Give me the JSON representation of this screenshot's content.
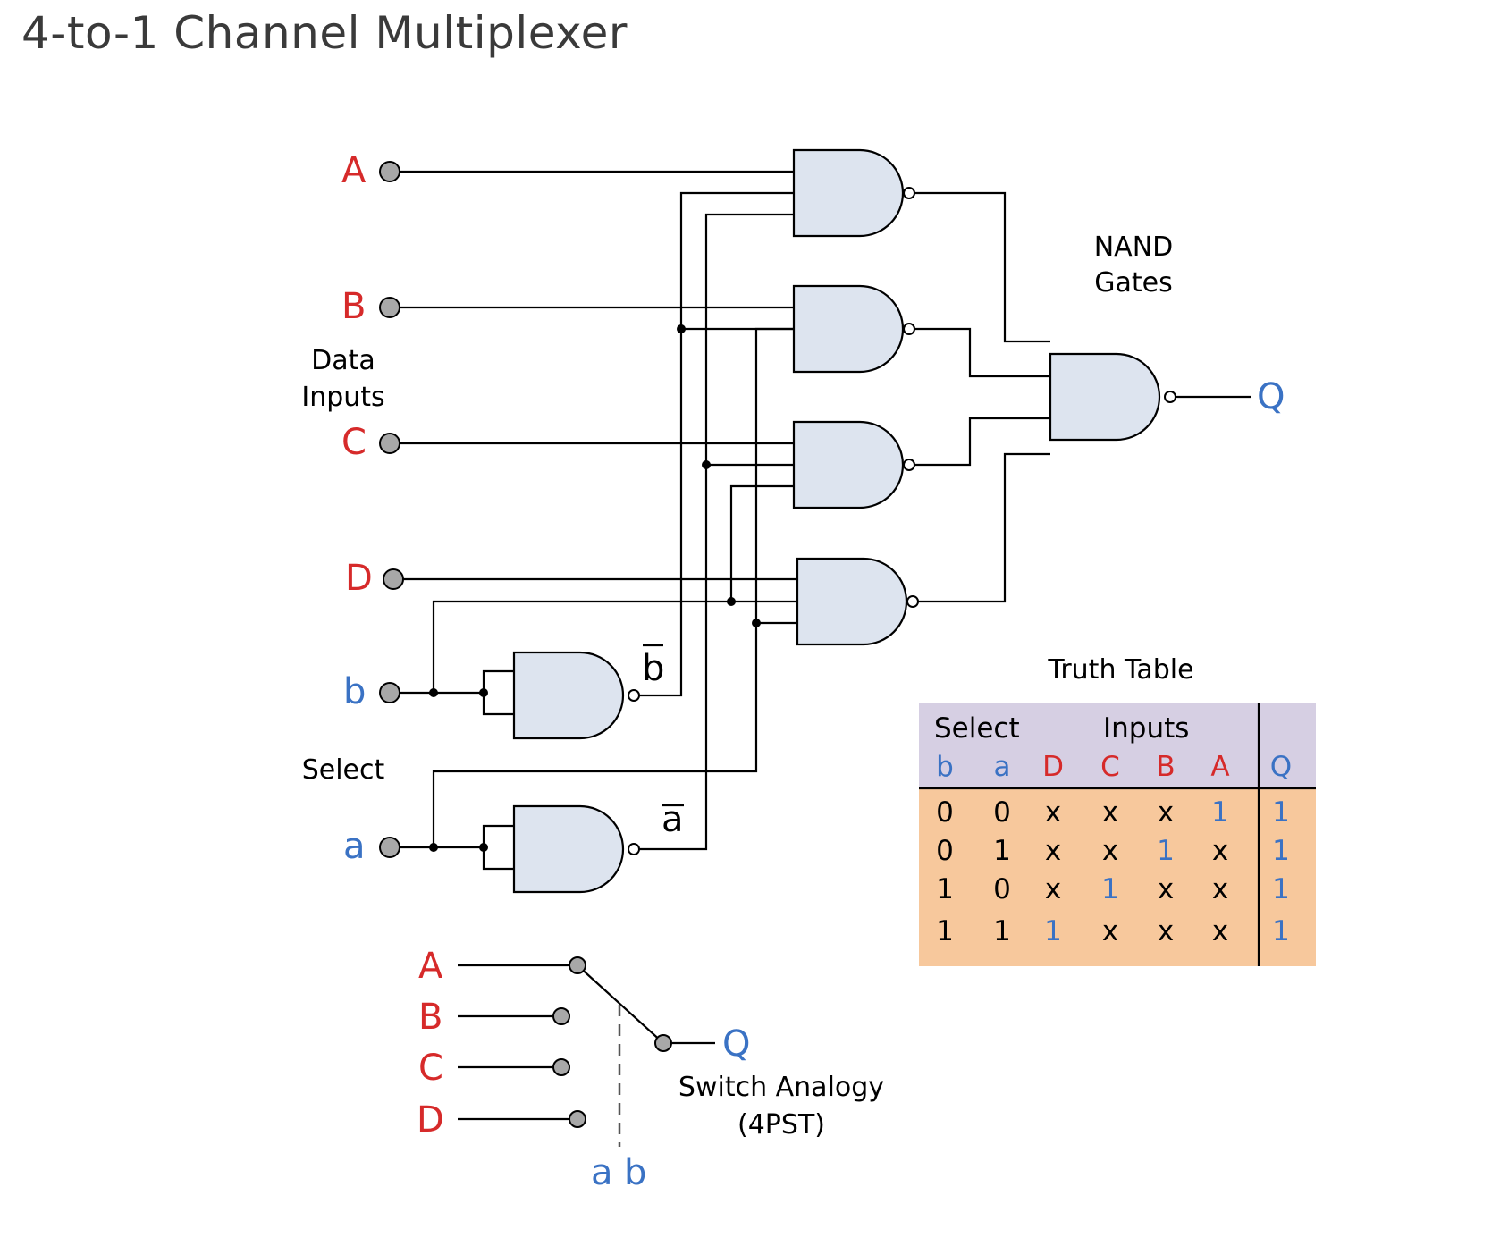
{
  "title": "4-to-1 Channel Multiplexer",
  "colors": {
    "data_label": "#d62a2a",
    "select_label": "#3a72c4",
    "gate_fill": "#dde4ef",
    "table_header": "#d6cfe3",
    "table_body": "#f7c89c"
  },
  "inputs": {
    "A": "A",
    "B": "B",
    "C": "C",
    "D": "D",
    "b": "b",
    "a": "a"
  },
  "labels": {
    "data_inputs_1": "Data",
    "data_inputs_2": "Inputs",
    "select": "Select",
    "nand_1": "NAND",
    "nand_2": "Gates",
    "output": "Q",
    "b_bar": "b",
    "a_bar": "a"
  },
  "truth_table": {
    "title": "Truth Table",
    "group_select": "Select",
    "group_inputs": "Inputs",
    "columns": [
      "b",
      "a",
      "D",
      "C",
      "B",
      "A",
      "Q"
    ],
    "rows": [
      [
        "0",
        "0",
        "x",
        "x",
        "x",
        "1",
        "1"
      ],
      [
        "0",
        "1",
        "x",
        "x",
        "1",
        "x",
        "1"
      ],
      [
        "1",
        "0",
        "x",
        "1",
        "x",
        "x",
        "1"
      ],
      [
        "1",
        "1",
        "1",
        "x",
        "x",
        "x",
        "1"
      ]
    ]
  },
  "switch": {
    "inputs": [
      "A",
      "B",
      "C",
      "D"
    ],
    "output": "Q",
    "caption_1": "Switch Analogy",
    "caption_2": "(4PST)",
    "control_a": "a",
    "control_b": "b"
  }
}
